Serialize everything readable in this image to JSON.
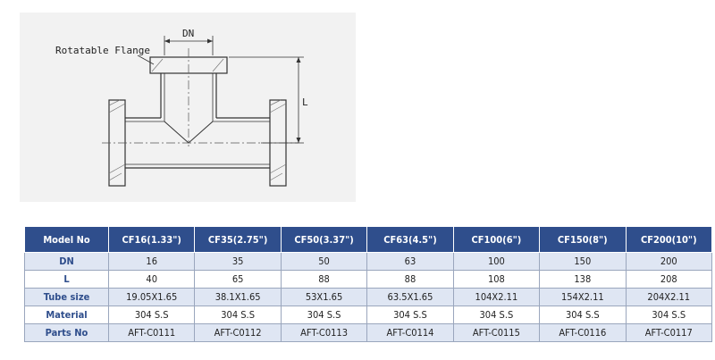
{
  "drawing": {
    "label_flange": "Rotatable Flange",
    "label_dn": "DN",
    "label_l": "L"
  },
  "table": {
    "header_label": "Model No",
    "models": [
      "CF16(1.33\")",
      "CF35(2.75\")",
      "CF50(3.37\")",
      "CF63(4.5\")",
      "CF100(6\")",
      "CF150(8\")",
      "CF200(10\")"
    ],
    "rows": [
      {
        "label": "DN",
        "values": [
          "16",
          "35",
          "50",
          "63",
          "100",
          "150",
          "200"
        ]
      },
      {
        "label": "L",
        "values": [
          "40",
          "65",
          "88",
          "88",
          "108",
          "138",
          "208"
        ]
      },
      {
        "label": "Tube size",
        "values": [
          "19.05X1.65",
          "38.1X1.65",
          "53X1.65",
          "63.5X1.65",
          "104X2.11",
          "154X2.11",
          "204X2.11"
        ]
      },
      {
        "label": "Material",
        "values": [
          "304 S.S",
          "304 S.S",
          "304 S.S",
          "304 S.S",
          "304 S.S",
          "304 S.S",
          "304 S.S"
        ]
      },
      {
        "label": "Parts No",
        "values": [
          "AFT-C0111",
          "AFT-C0112",
          "AFT-C0113",
          "AFT-C0114",
          "AFT-C0115",
          "AFT-C0116",
          "AFT-C0117"
        ]
      }
    ]
  },
  "colors": {
    "header_bg": "#2f4e8c",
    "row_label": "#2f4e8c",
    "shade_row": "#dfe6f3"
  }
}
